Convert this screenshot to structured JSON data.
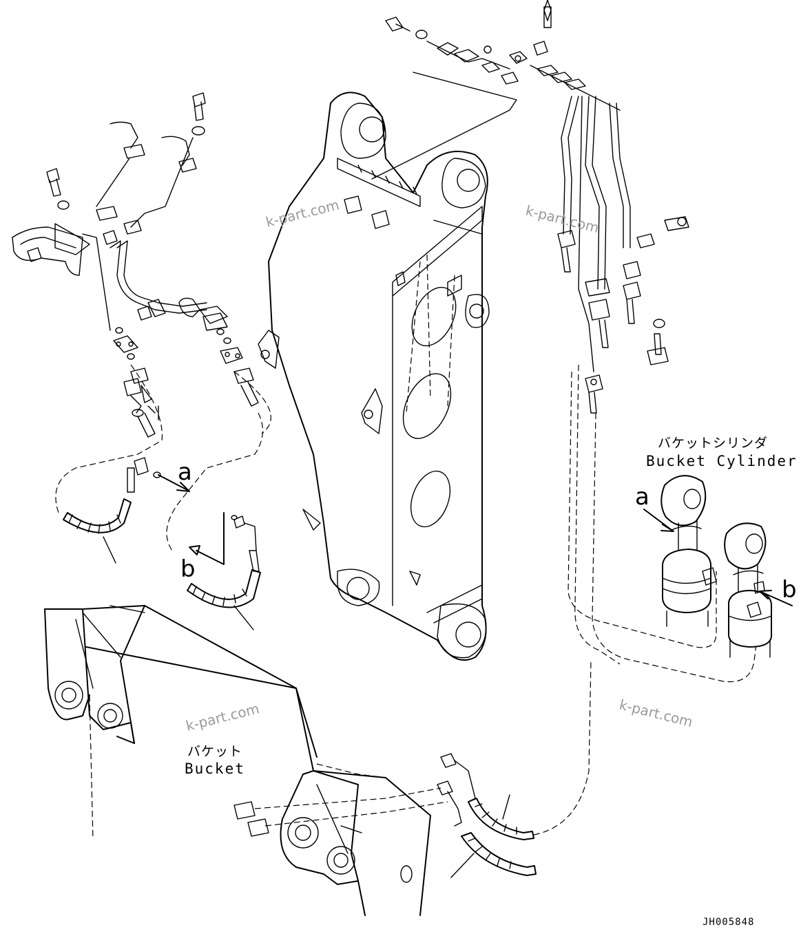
{
  "labels": {
    "bucket_cylinder_jp": "バケットシリンダ",
    "bucket_cylinder_en": "Bucket Cylinder",
    "bucket_jp": "バケット",
    "bucket_en": "Bucket",
    "callout_a": "a",
    "callout_b": "b",
    "doc_id": "JH005848"
  },
  "watermark": "k-part.com",
  "colors": {
    "line": "#000000",
    "background": "#ffffff",
    "watermark": "#9a9a9a"
  }
}
